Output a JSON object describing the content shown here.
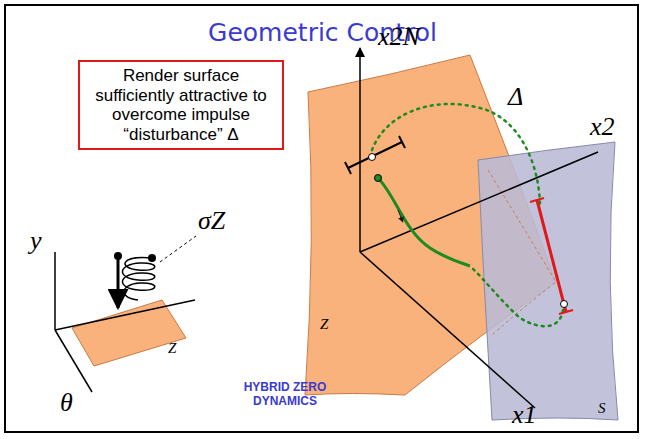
{
  "diagram": {
    "title": "Geometric Control",
    "nodes": [
      {
        "text": [
          "Render surface sufficiently attractive to overcome impulse “disturbance” Δ"
        ]
      }
    ],
    "labels": [
      "y",
      "θ",
      "σZ",
      "Z",
      "x2N",
      "x2",
      "x1",
      "Δ",
      "Z",
      "S",
      "HYBRID ZERO DYNAMICS"
    ]
  }
}
